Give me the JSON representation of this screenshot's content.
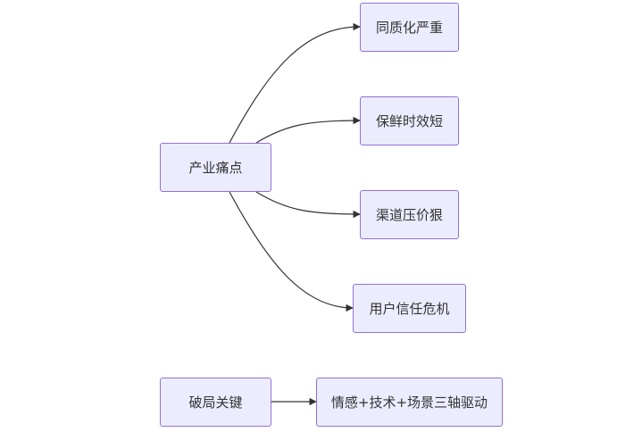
{
  "diagram": {
    "nodes": {
      "pain_points": "产业痛点",
      "homogeneity": "同质化严重",
      "freshness": "保鲜时效短",
      "channel_markup": "渠道压价狠",
      "trust_crisis": "用户信任危机",
      "breakthrough": "破局关键",
      "three_drivers": "情感+技术+场景三轴驱动"
    },
    "edges": [
      {
        "from": "pain_points",
        "to": "homogeneity"
      },
      {
        "from": "pain_points",
        "to": "freshness"
      },
      {
        "from": "pain_points",
        "to": "channel_markup"
      },
      {
        "from": "pain_points",
        "to": "trust_crisis"
      },
      {
        "from": "breakthrough",
        "to": "three_drivers"
      }
    ],
    "colors": {
      "node_fill": "#ececff",
      "node_border": "#9370db",
      "edge": "#333333",
      "text": "#333333"
    }
  }
}
